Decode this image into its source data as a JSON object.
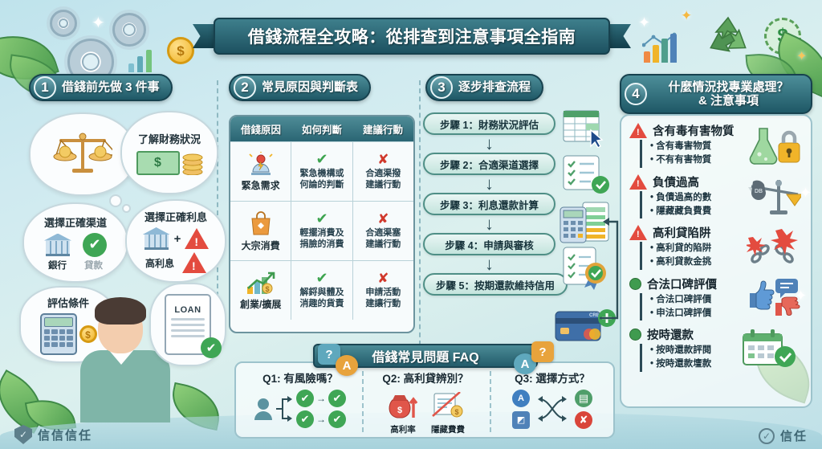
{
  "banner": {
    "title": "借錢流程全攻略：從排查到注意事項全指南"
  },
  "sections": [
    {
      "num": "1",
      "label": "借錢前先做 3 件事"
    },
    {
      "num": "2",
      "label": "常見原因與判斷表"
    },
    {
      "num": "3",
      "label": "逐步排查流程"
    },
    {
      "num": "4",
      "label_line1": "什麼情況找專業處理？",
      "label_line2": "& 注意事項"
    }
  ],
  "section1": {
    "bubbles": [
      {
        "caption": "了解財務狀況",
        "icon": "money-coins-icon"
      },
      {
        "caption": "選擇正確渠道",
        "icon": "bank-check-icon",
        "sub_left": "銀行",
        "sub_right": "貸款"
      },
      {
        "caption": "選擇正確利息",
        "icon": "bank-warning-icon",
        "sub": "高利息"
      },
      {
        "caption": "評估條件",
        "icon": "calculator-coin-icon"
      }
    ],
    "scale_icon": "balance-scale-icon",
    "clipboard_label": "LOAN",
    "person": "thinking-person-illustration"
  },
  "section2": {
    "headers": [
      "借錢原因",
      "如何判斷",
      "建議行動"
    ],
    "rows": [
      {
        "reason": "緊急需求",
        "reason_icon": "emergency-alarm-icon",
        "judge": "緊急機構或\n何論的判斷",
        "action": "合適渠撥\n建議行動"
      },
      {
        "reason": "大宗消費",
        "reason_icon": "shopping-bag-icon",
        "judge": "輕擺消費及\n捐臉的消費",
        "action": "合適渠塞\n建議行動"
      },
      {
        "reason": "創業/擴展",
        "reason_icon": "growth-chart-icon",
        "judge": "解鋝與體及\n消趣的貨責",
        "action": "申請活動\n建讓行動"
      }
    ],
    "judge_mark": "✔",
    "action_mark": "✘"
  },
  "section3": {
    "steps": [
      {
        "text": "步驟 1：財務狀況評估",
        "icon": "spreadsheet-cursor-icon"
      },
      {
        "text": "步驟 2：合適渠道選擇",
        "icon": "checklist-icon"
      },
      {
        "text": "步驟 3：利息還款計算",
        "icon": "calculator-document-icon"
      },
      {
        "text": "步驟 4：申請與審核",
        "icon": "certificate-badge-icon"
      },
      {
        "text": "步驟 5：按期還款維持信用",
        "icon": "credit-card-plus-icon"
      }
    ],
    "card_label": "CREDIT"
  },
  "section4": {
    "items": [
      {
        "marker": "warning",
        "title": "含有毒有害物質",
        "bullets": [
          "含有毒害物質",
          "不有有害物質"
        ],
        "icon": "flask-lock-icon"
      },
      {
        "marker": "warning",
        "title": "負債過高",
        "bullets": [
          "負債過高的數",
          "隱藏藏負費費"
        ],
        "icon": "debt-scale-icon"
      },
      {
        "marker": "warning",
        "title": "高利貸陷阱",
        "bullets": [
          "高利貸的陷阱",
          "高利貸款金挑"
        ],
        "icon": "broken-chain-icon"
      },
      {
        "marker": "ok",
        "title": "合法口碑評價",
        "bullets": [
          "合法口碑評價",
          "申法口碑評價"
        ],
        "icon": "thumbs-updown-icon"
      },
      {
        "marker": "ok",
        "title": "按時還款",
        "bullets": [
          "按時還款評閱",
          "按時還款壇款"
        ],
        "icon": "calendar-check-icon"
      }
    ]
  },
  "faq": {
    "title": "借錢常見問題 FAQ",
    "badge_q": "?",
    "badge_a": "A",
    "columns": [
      {
        "question": "Q1: 有風險嗎？",
        "icons": "person-flow-checks"
      },
      {
        "question": "Q2: 高利貸辨別？",
        "icons": "moneybag-document",
        "label_left": "高利率",
        "label_right": "隱藏費費"
      },
      {
        "question": "Q3: 選擇方式？",
        "icons": "option-crossroads"
      }
    ]
  },
  "footer": {
    "left_text": "信信信任",
    "right_text": "信任",
    "shield_icon": "shield-check-icon"
  },
  "decor": {
    "gear_icon": "gear-icon",
    "leaf_icon": "leaf-icon",
    "coin_icon": "dollar-coin-icon",
    "recycle_icon": "recycle-icon",
    "chart_icon": "bar-chart-icon",
    "sparkle_icon": "sparkle-icon"
  },
  "colors": {
    "accent_dark": "#1f5866",
    "accent": "#4d8e99",
    "ok": "#3fa655",
    "danger": "#e34b3f",
    "gold": "#f0b429",
    "bg": "#cfeaf0"
  }
}
